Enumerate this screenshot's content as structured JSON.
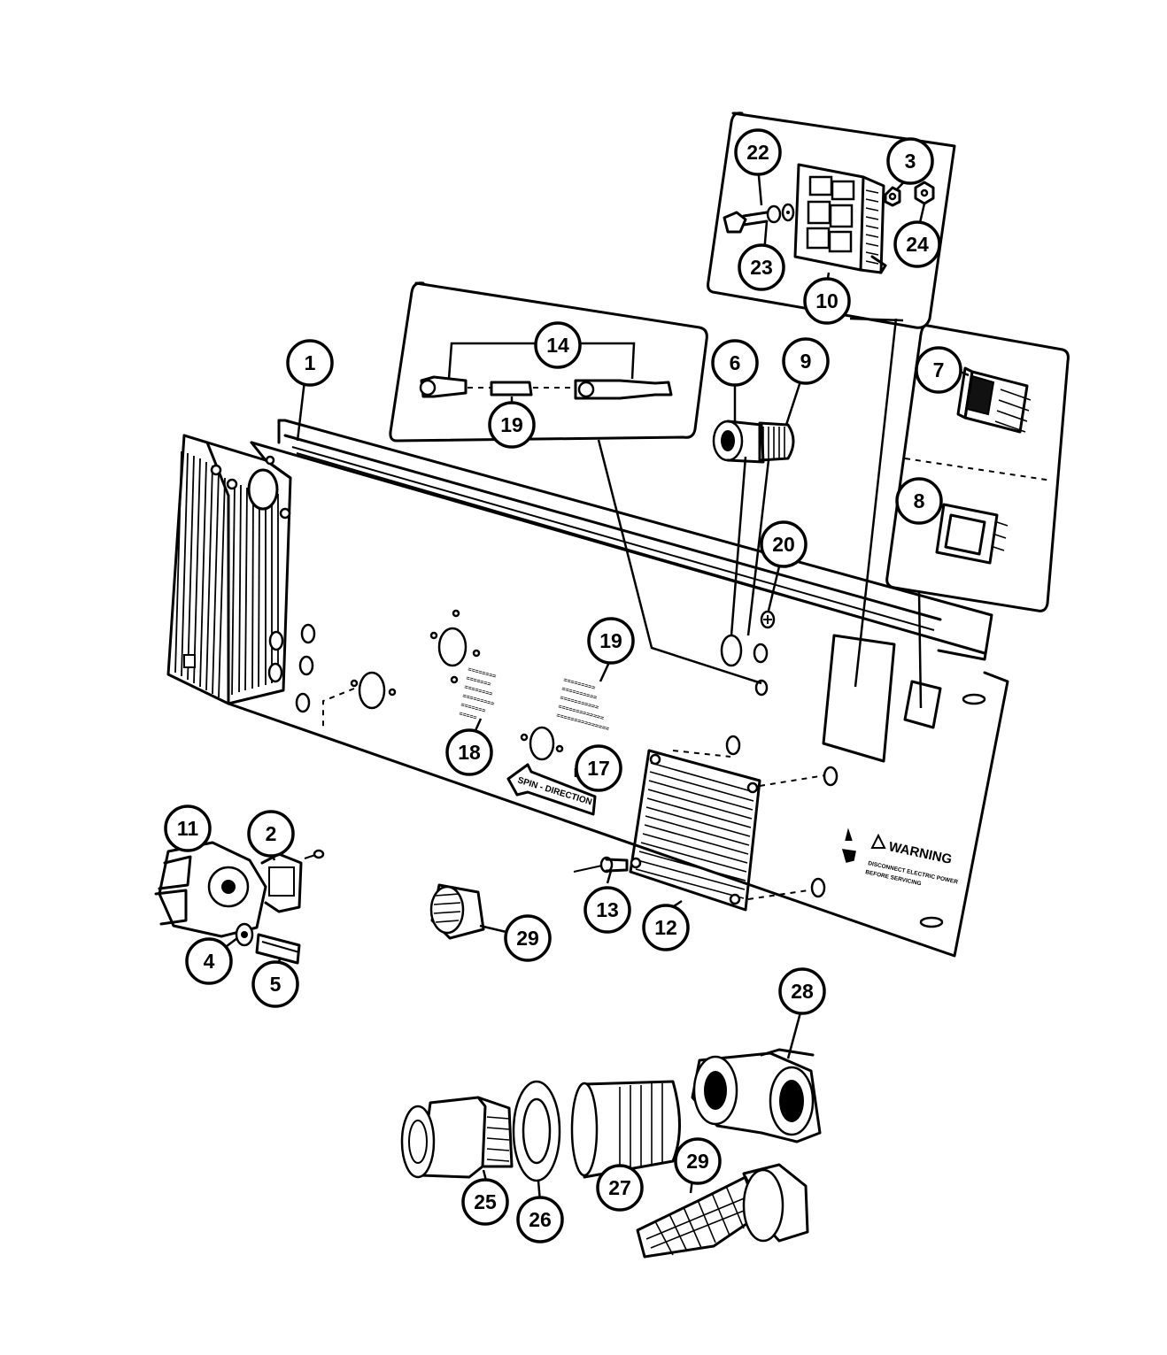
{
  "callouts": [
    {
      "id": "22",
      "label": "22"
    },
    {
      "id": "3",
      "label": "3"
    },
    {
      "id": "24",
      "label": "24"
    },
    {
      "id": "23",
      "label": "23"
    },
    {
      "id": "10",
      "label": "10"
    },
    {
      "id": "14",
      "label": "14"
    },
    {
      "id": "19a",
      "label": "19"
    },
    {
      "id": "6",
      "label": "6"
    },
    {
      "id": "9",
      "label": "9"
    },
    {
      "id": "7",
      "label": "7"
    },
    {
      "id": "8",
      "label": "8"
    },
    {
      "id": "1",
      "label": "1"
    },
    {
      "id": "20",
      "label": "20"
    },
    {
      "id": "19b",
      "label": "19"
    },
    {
      "id": "18",
      "label": "18"
    },
    {
      "id": "17",
      "label": "17"
    },
    {
      "id": "11",
      "label": "11"
    },
    {
      "id": "2",
      "label": "2"
    },
    {
      "id": "4",
      "label": "4"
    },
    {
      "id": "5",
      "label": "5"
    },
    {
      "id": "13",
      "label": "13"
    },
    {
      "id": "12",
      "label": "12"
    },
    {
      "id": "29a",
      "label": "29"
    },
    {
      "id": "28",
      "label": "28"
    },
    {
      "id": "25",
      "label": "25"
    },
    {
      "id": "26",
      "label": "26"
    },
    {
      "id": "27",
      "label": "27"
    },
    {
      "id": "29b",
      "label": "29"
    }
  ],
  "panel_text": {
    "warning_title": "WARNING",
    "warning_line1": "DISCONNECT ELECTRIC POWER",
    "warning_line2": "BEFORE SERVICING",
    "spin_direction": "SPIN - DIRECTION"
  }
}
